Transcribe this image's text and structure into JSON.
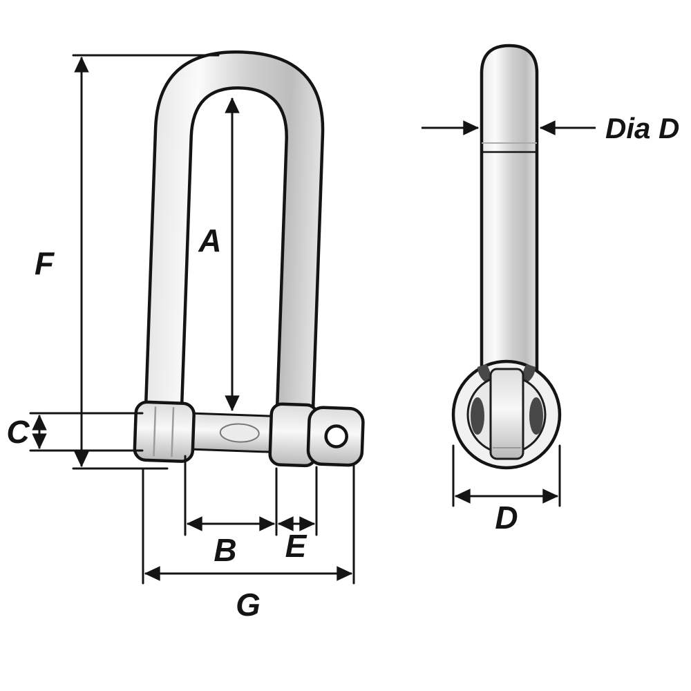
{
  "diagram": {
    "labels": {
      "A": "A",
      "B": "B",
      "C": "C",
      "D": "D",
      "E": "E",
      "F": "F",
      "G": "G",
      "dia_d": "Dia D"
    },
    "colors": {
      "line": "#141414",
      "metal_light": "#f6f6f6",
      "metal_mid": "#cccccc",
      "metal_dark": "#9a9a9a",
      "background": "#ffffff"
    }
  }
}
